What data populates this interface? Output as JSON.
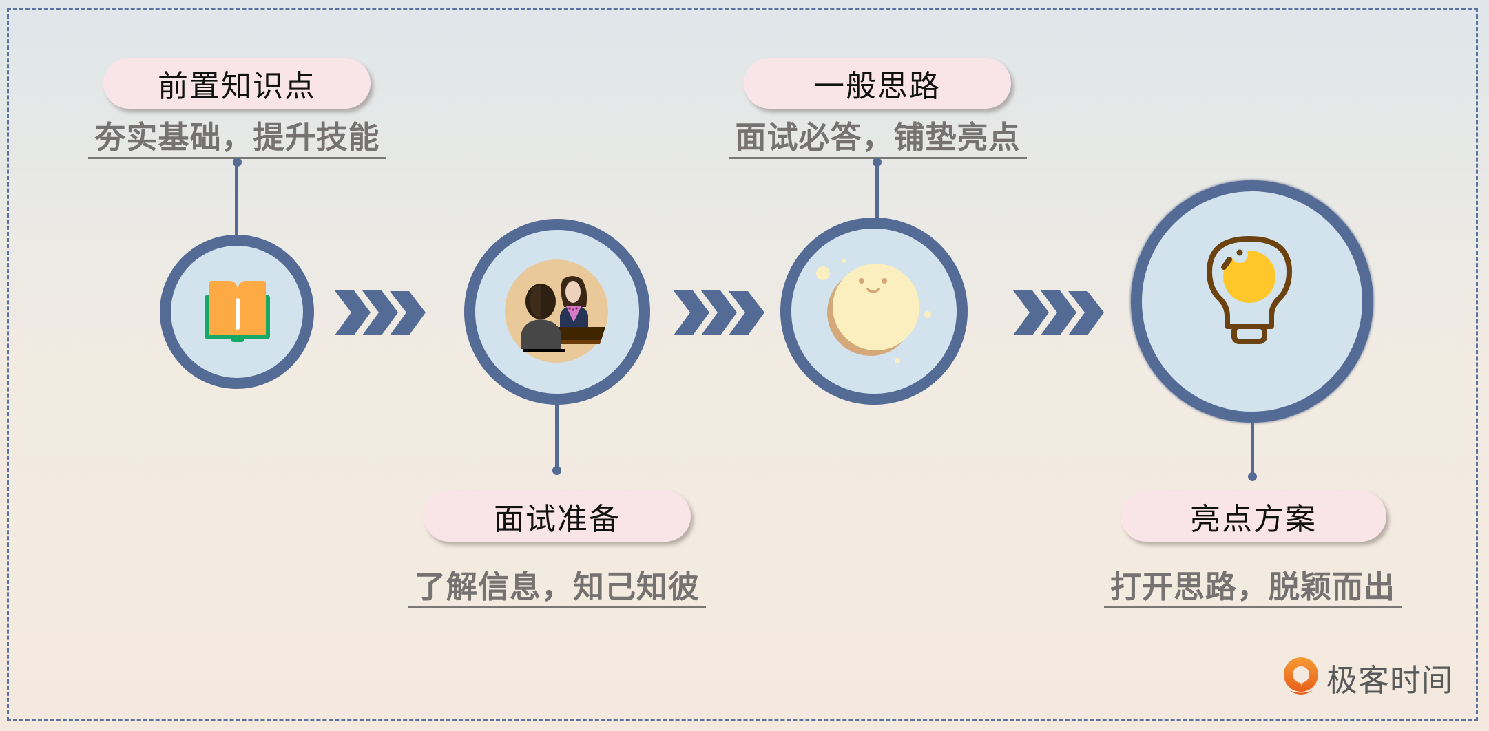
{
  "steps": [
    {
      "title": "前置知识点",
      "subtitle": "夯实基础，提升技能",
      "icon": "open-book-icon"
    },
    {
      "title": "面试准备",
      "subtitle": "了解信息，知己知彼",
      "icon": "interview-icon"
    },
    {
      "title": "一般思路",
      "subtitle": "面试必答，铺垫亮点",
      "icon": "moon-smile-icon"
    },
    {
      "title": "亮点方案",
      "subtitle": "打开思路，脱颖而出",
      "icon": "lightbulb-icon"
    }
  ],
  "connectors": [
    "chevron-arrows-icon",
    "chevron-arrows-icon",
    "chevron-arrows-icon"
  ],
  "brand": {
    "name": "极客时间",
    "icon": "geektime-logo-icon"
  },
  "colors": {
    "ring": "#546b96",
    "ring_fill": "#d3e3ee",
    "pill_bg": "#f9e5e7",
    "subtitle_text": "#767271",
    "border_dash": "#5a73a0",
    "brand_orange": "#f07d22"
  }
}
